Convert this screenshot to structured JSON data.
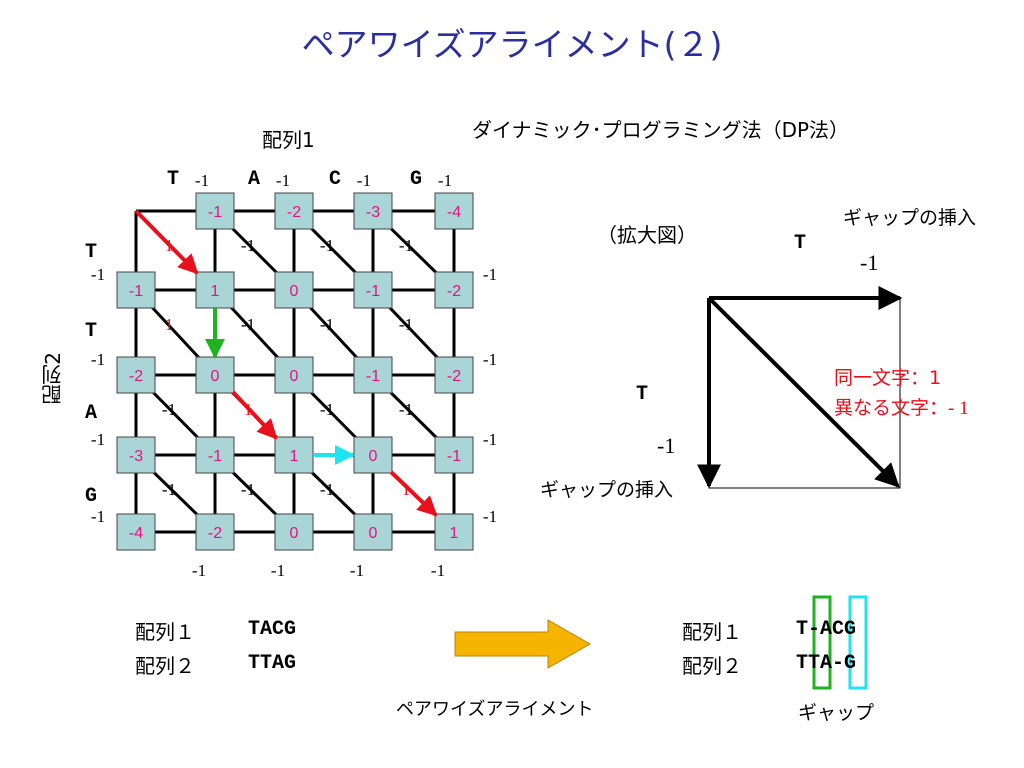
{
  "title": "ペアワイズアライメント(２)",
  "method": "ダイナミック･プログラミング法（DP法）",
  "seq1_label": "配列1",
  "seq2_label": "配列2",
  "seq1_chars": [
    "T",
    "A",
    "C",
    "G"
  ],
  "seq2_chars": [
    "T",
    "T",
    "A",
    "G"
  ],
  "grid_scores": [
    [
      "",
      "-1",
      "-2",
      "-3",
      "-4"
    ],
    [
      "-1",
      "1",
      "0",
      "-1",
      "-2"
    ],
    [
      "-2",
      "0",
      "0",
      "-1",
      "-2"
    ],
    [
      "-3",
      "-1",
      "1",
      "0",
      "-1"
    ],
    [
      "-4",
      "-2",
      "0",
      "0",
      "1"
    ]
  ],
  "top_gap_labels": [
    "-1",
    "-1",
    "-1",
    "-1"
  ],
  "bottom_gap_labels": [
    "-1",
    "-1",
    "-1",
    "-1"
  ],
  "left_gap_labels": [
    "-1",
    "-1",
    "-1",
    "-1"
  ],
  "right_gap_labels": [
    "-1",
    "-1",
    "-1",
    "-1"
  ],
  "diag_labels": [
    [
      "1",
      "-1",
      "-1",
      "-1"
    ],
    [
      "1",
      "-1",
      "-1",
      "-1"
    ],
    [
      "-1",
      "1",
      "-1",
      "-1"
    ],
    [
      "-1",
      "-1",
      "-1",
      "1"
    ]
  ],
  "zoom": {
    "label": "（拡大図）",
    "gap_insert_top": "ギャップの挿入",
    "gap_insert_left": "ギャップの挿入",
    "char_top": "T",
    "char_left": "T",
    "gap_top_value": "-1",
    "gap_left_value": "-1",
    "same_char": "同一文字：1",
    "diff_char": "異なる文字：",
    "diff_value": "- 1"
  },
  "input": {
    "seq1_label": "配列１",
    "seq1_value": "TACG",
    "seq2_label": "配列２",
    "seq2_value": "TTAG"
  },
  "arrow_label": "ペアワイズアライメント",
  "result": {
    "seq1_label": "配列１",
    "seq1_value": "T-ACG",
    "seq2_label": "配列２",
    "seq2_value": "TTA-G",
    "gap_label": "ギャップ"
  },
  "colors": {
    "title": "#2b2f9e",
    "cell_fill": "#a9d5d7",
    "score_text": "#e81084",
    "path_red": "#e8101a",
    "path_green": "#1fb31f",
    "path_cyan": "#1fe3ee",
    "arrow_yellow": "#f4b400"
  }
}
